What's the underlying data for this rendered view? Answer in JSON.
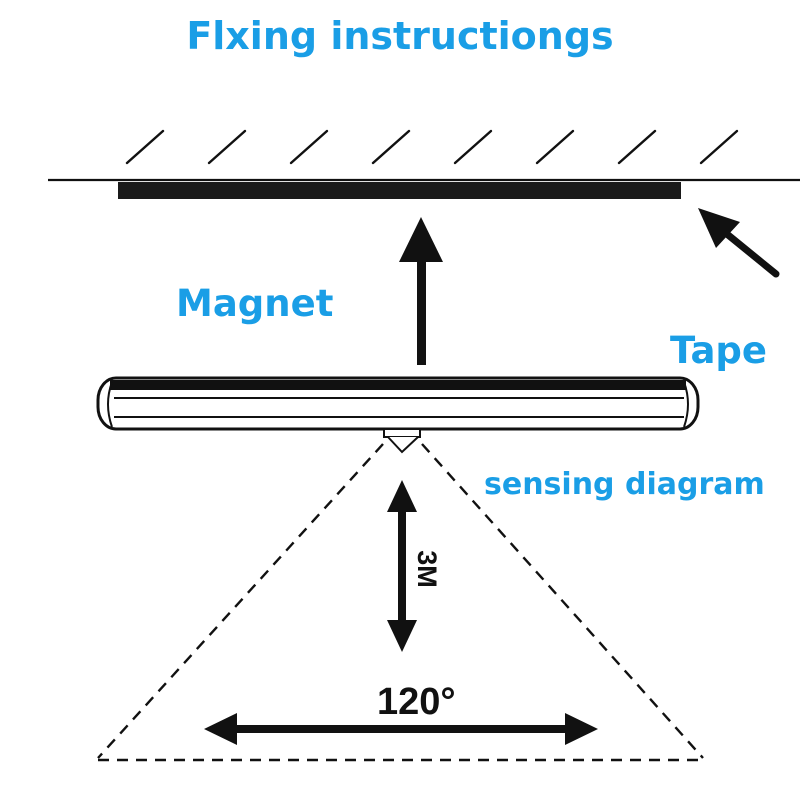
{
  "title": "Flxing instructiongs",
  "labels": {
    "magnet": "Magnet",
    "tape": "Tape",
    "sensing": "sensing diagram",
    "distance": "3M",
    "angle": "120°"
  },
  "colors": {
    "accent": "#1a9ee6",
    "ink": "#111111"
  }
}
